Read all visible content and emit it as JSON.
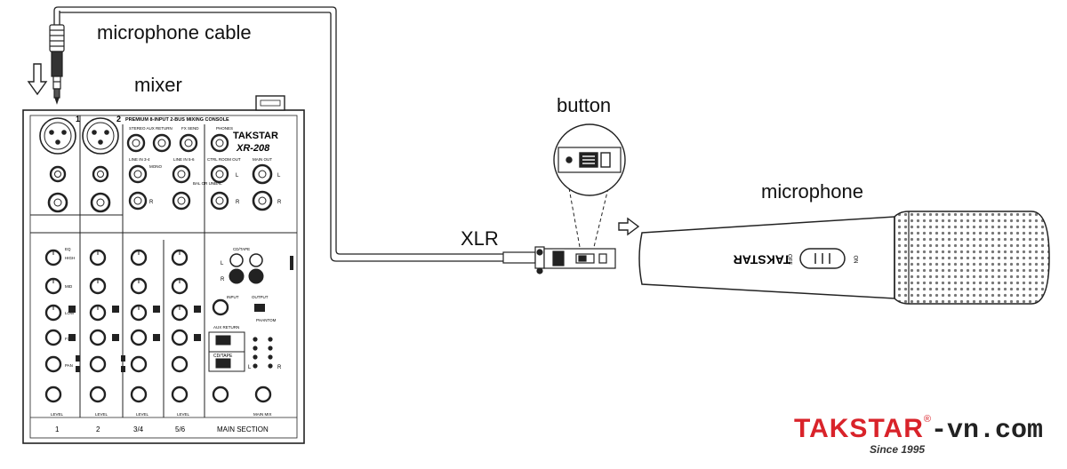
{
  "labels": {
    "microphone_cable": "microphone cable",
    "mixer": "mixer",
    "button": "button",
    "microphone": "microphone",
    "xlr": "XLR"
  },
  "mixer": {
    "header_title": "PREMIUM 8-INPUT 2-BUS MIXING CONSOLE",
    "brand": "TAKSTAR",
    "model": "XR-208",
    "top_sections": [
      "STEREO AUX RETURN",
      "FX SEND",
      "PHONES"
    ],
    "line_labels": [
      "LINE IN 3-4",
      "LINE IN 5-6",
      "CTRL ROOM OUT",
      "MAIN OUT"
    ],
    "mono_label": "MONO",
    "lr": [
      "L",
      "R"
    ],
    "bal_unbal": "BAL OR UNBAL",
    "channel_numbers": [
      "1",
      "2"
    ],
    "eq_labels": [
      "EQ",
      "HIGH",
      "MID",
      "LOW"
    ],
    "fx_label": "FX",
    "pan_label": "PAN",
    "level_label": "LEVEL",
    "cd_tape": "CD/TAPE",
    "input_output": [
      "INPUT",
      "OUTPUT"
    ],
    "aux_return": "AUX RETURN",
    "phantom": "PHANTOM",
    "main_mix": "MAIN MIX",
    "footer": [
      "1",
      "2",
      "3/4",
      "5/6",
      "MAIN SECTION"
    ]
  },
  "microphone": {
    "brand": "TAKSTAR",
    "switch_off": "OFF",
    "switch_on": "ON"
  },
  "brand": {
    "name": "TAKSTAR",
    "reg": "®",
    "domain": "-vn.com",
    "since": "Since 1995"
  }
}
